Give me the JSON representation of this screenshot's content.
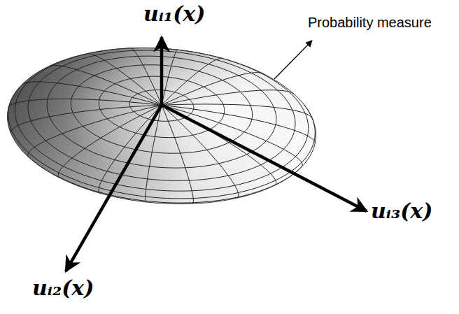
{
  "diagram": {
    "labels": [
      "uᵢ₁(x)",
      "Probability measure",
      "uᵢ₃(x)",
      "uᵢ₂(x)"
    ]
  }
}
